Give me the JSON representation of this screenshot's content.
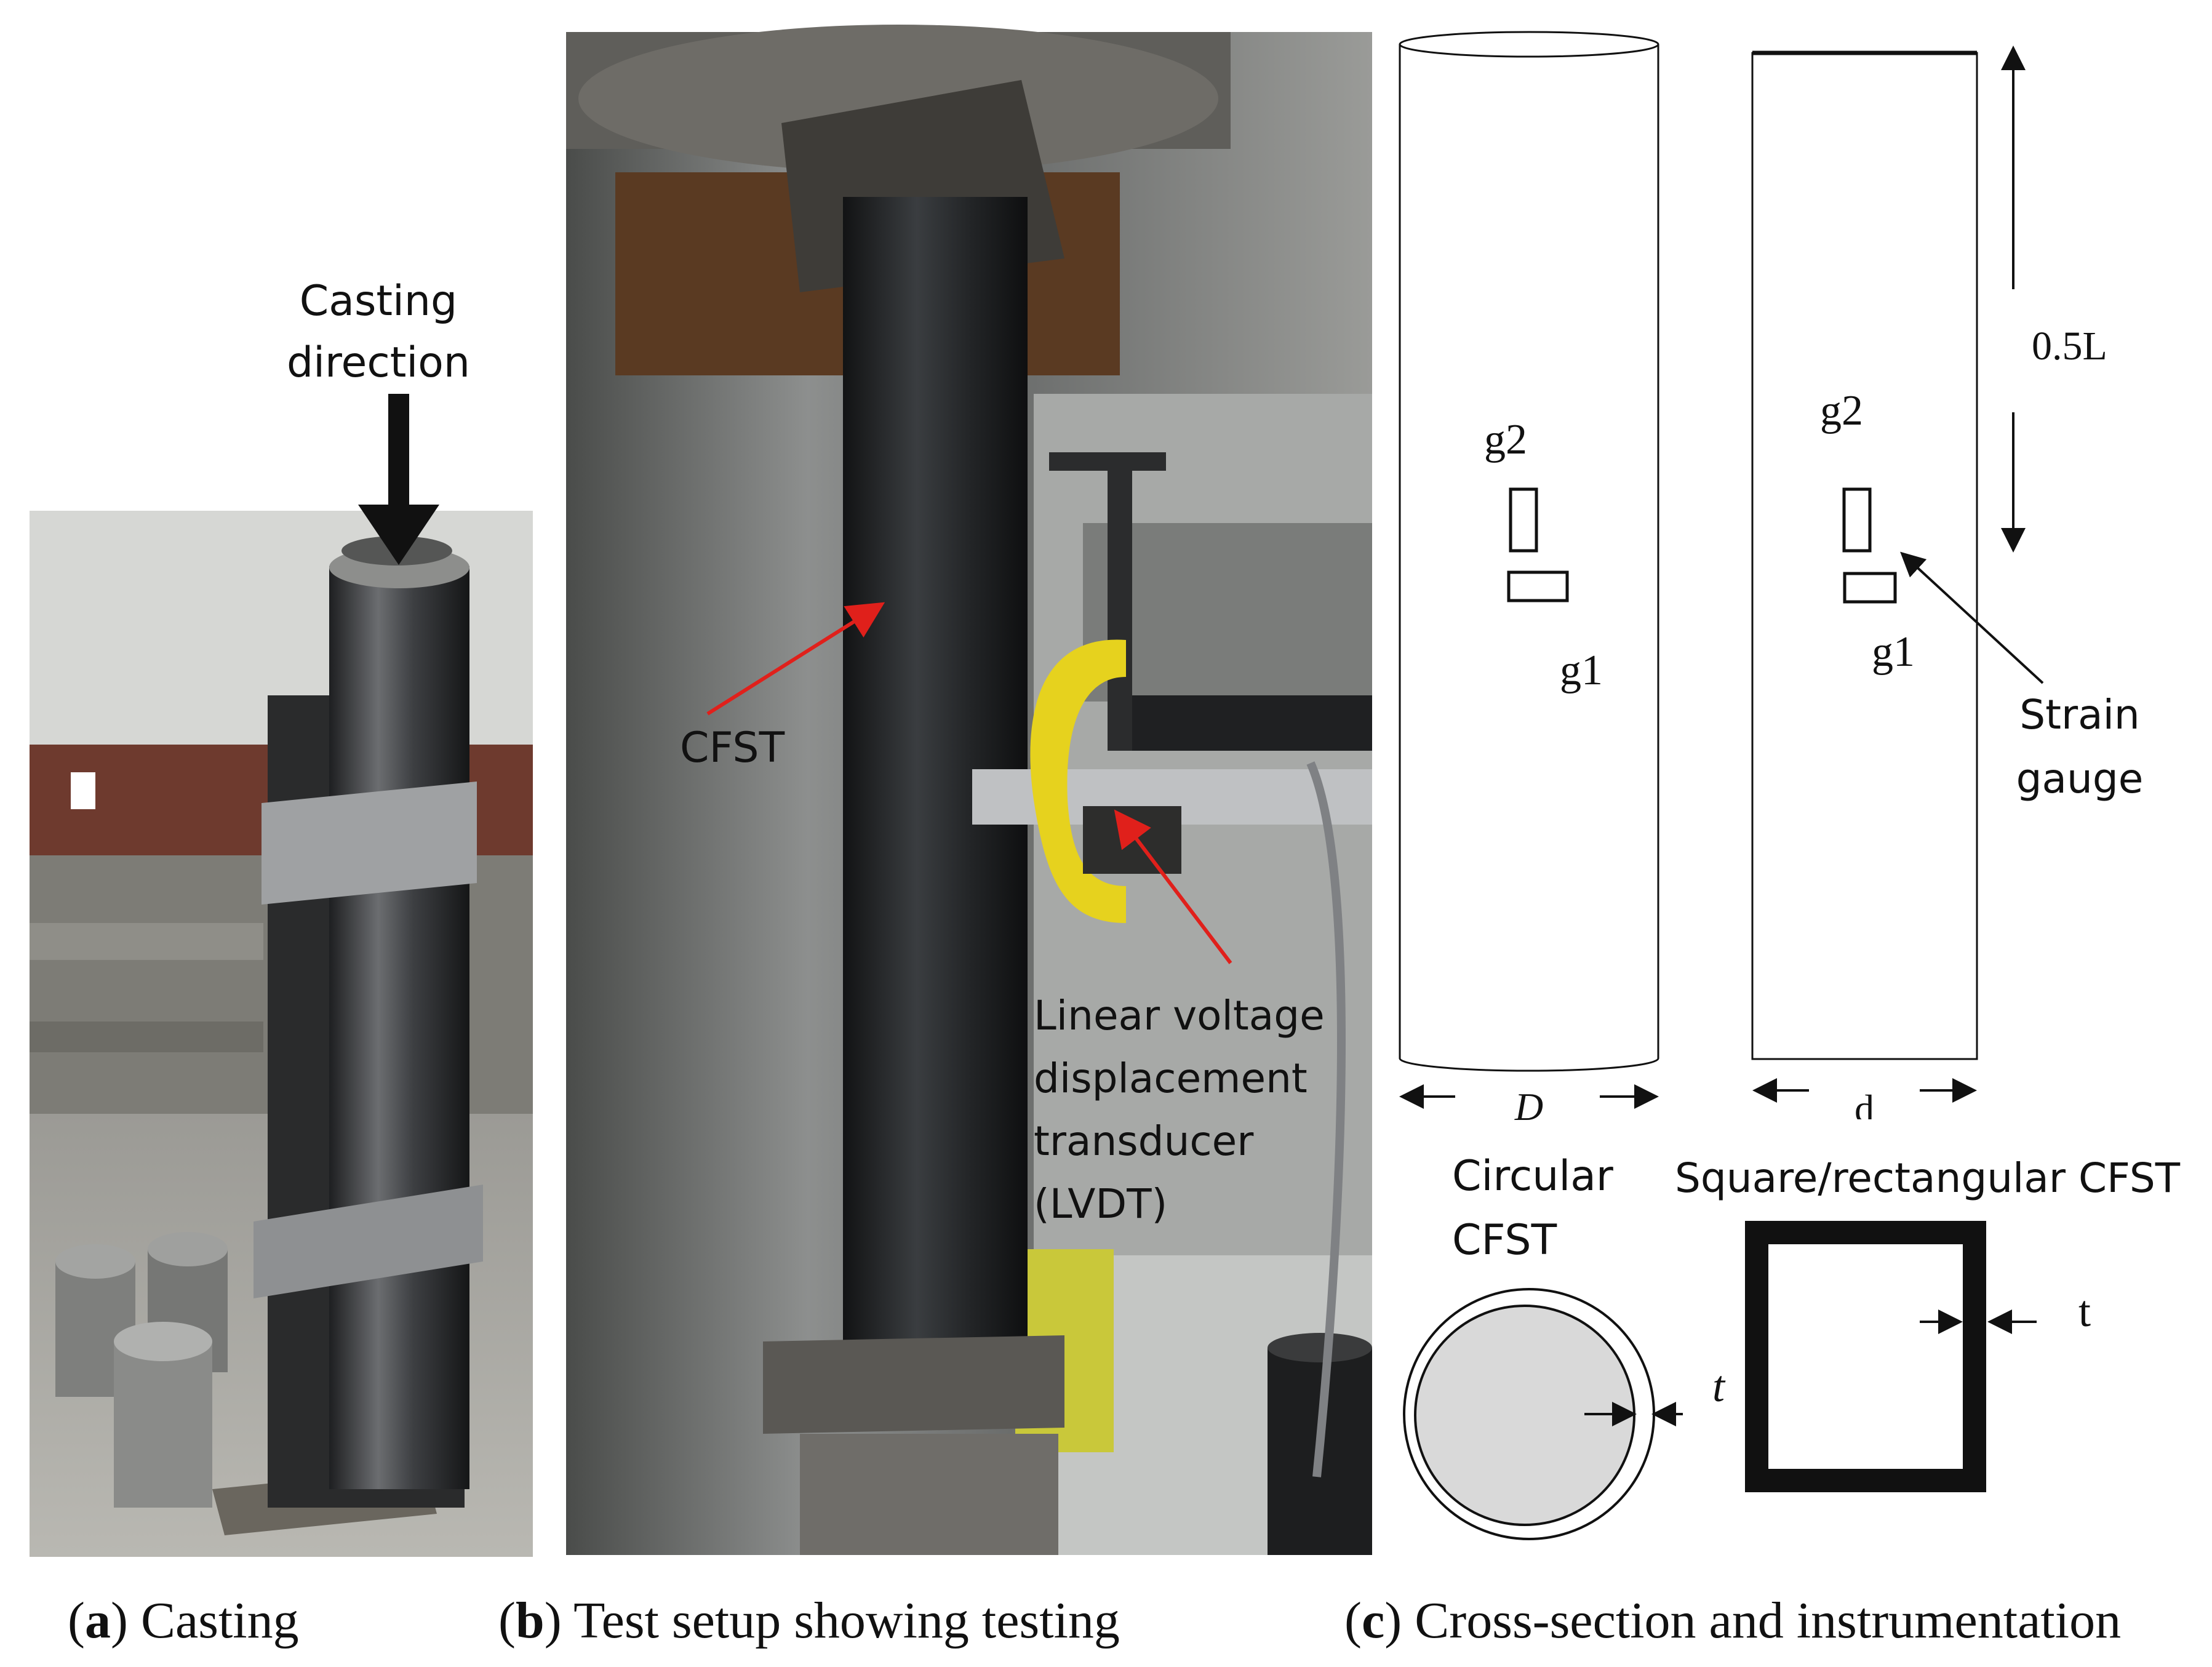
{
  "panel_a": {
    "annotation_line1": "Casting",
    "annotation_line2": "direction",
    "caption_letter": "a",
    "caption_text": "Casting"
  },
  "panel_b": {
    "label_cfst": "CFST",
    "lvdt_line1": "Linear voltage",
    "lvdt_line2": "displacement",
    "lvdt_line3": "transducer",
    "lvdt_line4": "(LVDT)",
    "caption_letter": "b",
    "caption_text": "Test setup showing testing"
  },
  "panel_c": {
    "label_half_length": "0.5L",
    "gauge_g2_left": "g2",
    "gauge_g1_left": "g1",
    "gauge_g2_right": "g2",
    "gauge_g1_right": "g1",
    "strain_line1": "Strain",
    "strain_line2": "gauge",
    "dim_D": "D",
    "dim_d": "d",
    "circ_line1": "Circular",
    "circ_line2": "CFST",
    "square_title": "Square/rectangular CFST",
    "thickness_circ": "t",
    "thickness_square": "t",
    "caption_letter": "c",
    "caption_text": "Cross-section and instrumentation"
  },
  "colors": {
    "arrow_red": "#e0201b",
    "clamp_yellow": "#e6d21e",
    "tube_dark": "#2b2d2f",
    "section_fill": "#d9d9d9"
  }
}
